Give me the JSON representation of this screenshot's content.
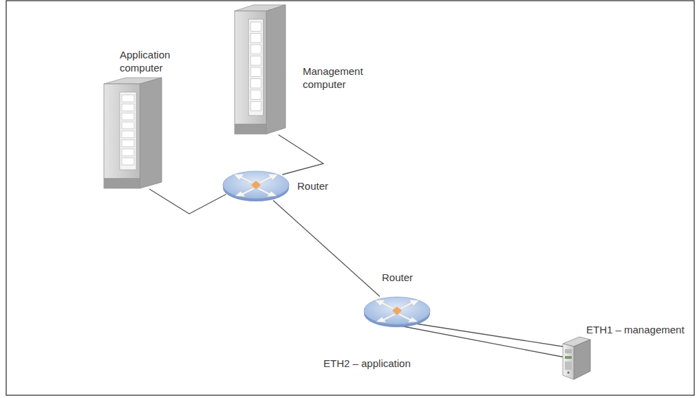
{
  "diagram": {
    "nodes": [
      {
        "text": [
          "Application computer"
        ]
      },
      {
        "text": [
          "Management computer"
        ]
      },
      {
        "text": [
          "Router"
        ]
      },
      {
        "text": [
          "Router"
        ]
      }
    ],
    "edges": [
      {
        "from": 0,
        "to": 2,
        "arrow": "none"
      },
      {
        "from": 1,
        "to": 2,
        "arrow": "none"
      },
      {
        "from": 2,
        "to": 3,
        "arrow": "none"
      }
    ],
    "labels": [
      "ETH1 – management",
      "ETH2 – application"
    ]
  }
}
